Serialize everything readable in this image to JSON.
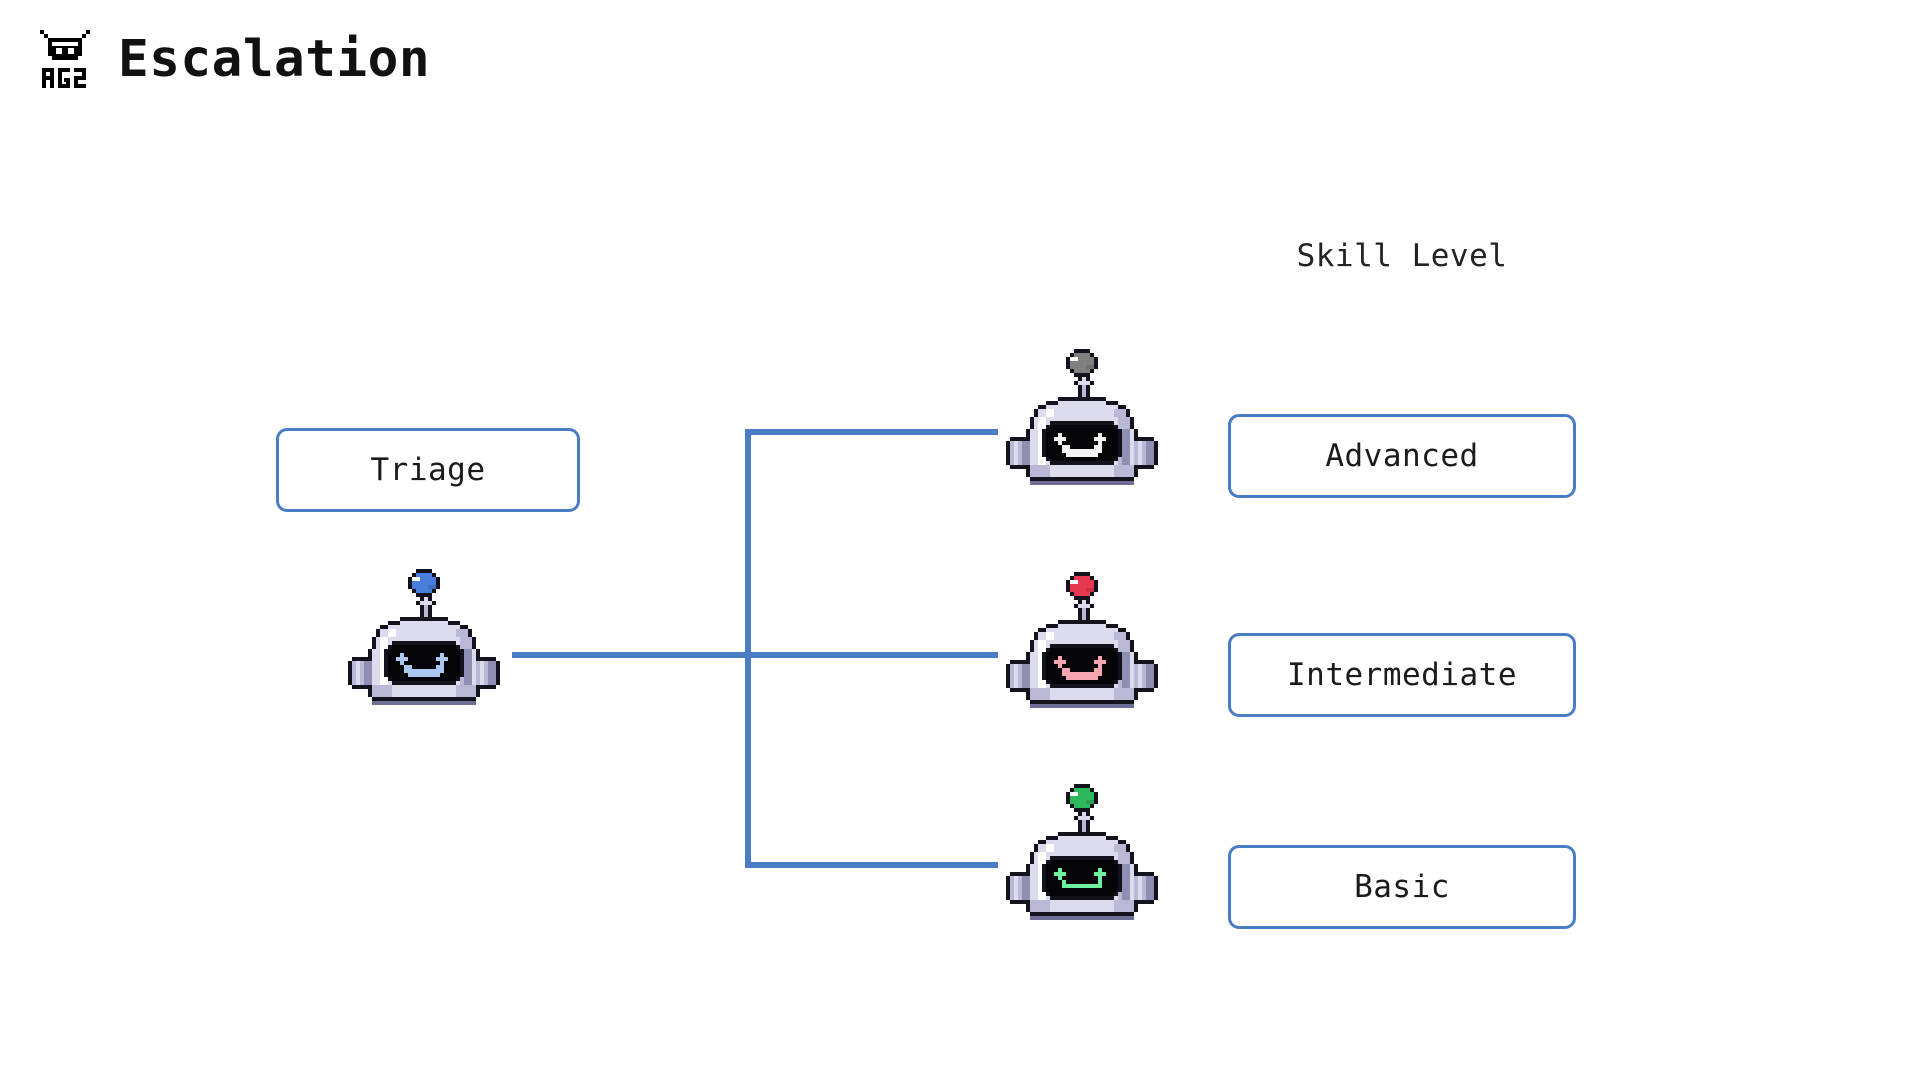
{
  "header": {
    "logo_icon": "ag2-robot-logo-icon",
    "logo_text": "AG2",
    "title": "Escalation"
  },
  "diagram": {
    "column_heading": "Skill Level",
    "accent_color": "#4a7ec4",
    "background_color": "#ffffff",
    "text_color": "#1b1b1b",
    "source_node": {
      "id": "triage",
      "label": "Triage",
      "avatar_icon": "robot-avatar-icon",
      "antenna_color": "#4a7edd",
      "face_color": "#aac8f0",
      "expression": "smile-fangs"
    },
    "target_nodes": [
      {
        "id": "advanced",
        "label": "Advanced",
        "avatar_icon": "robot-avatar-icon",
        "antenna_color": "#808080",
        "face_color": "#f2f2f2",
        "expression": "smile-fangs"
      },
      {
        "id": "intermediate",
        "label": "Intermediate",
        "avatar_icon": "robot-avatar-icon",
        "antenna_color": "#e8384f",
        "face_color": "#f5a6b0",
        "expression": "smile-fangs"
      },
      {
        "id": "basic",
        "label": "Basic",
        "avatar_icon": "robot-avatar-icon",
        "antenna_color": "#2eb85c",
        "face_color": "#6ef0a0",
        "expression": "smile"
      }
    ],
    "edges": [
      {
        "from": "triage",
        "to": "advanced"
      },
      {
        "from": "triage",
        "to": "intermediate"
      },
      {
        "from": "triage",
        "to": "basic"
      }
    ]
  }
}
